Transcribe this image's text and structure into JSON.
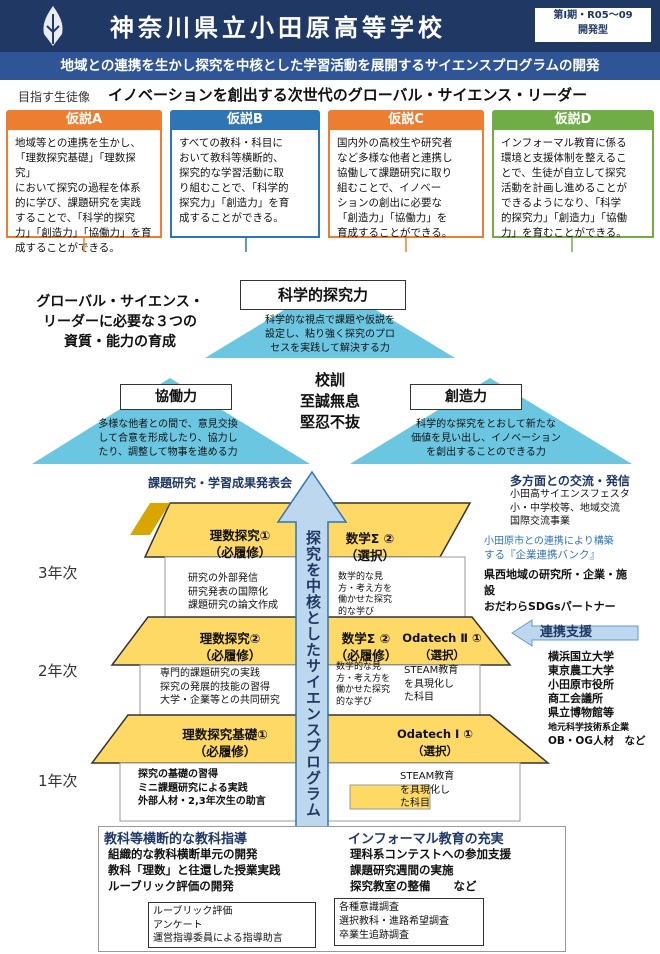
{
  "header": {
    "title": "神奈川県立小田原高等学校",
    "badge_line1": "第Ⅰ期・R05～09",
    "badge_line2": "開発型",
    "subtitle": "地域との連携を生かし探究を中核とした学習活動を展開するサイエンスプログラムの開発"
  },
  "target": {
    "label": "目指す生徒像",
    "text": "イノベーションを創出する次世代のグローバル・サイエンス・リーダー"
  },
  "hypotheses": [
    {
      "title": "仮説A",
      "color": "#ed7d31",
      "text": "地域等との連携を生かし、\n「理数探究基礎」「理数探究」\nにおいて探究の過程を体系\n的に学び、課題研究を実践\nすることで、「科学的探究\n力」「創造力」「協働力」を育\n成することができる。"
    },
    {
      "title": "仮説B",
      "color": "#2e75b6",
      "text": "すべての教科・科目に\nおいて教科等横断的、\n探究的な学習活動に取\nり組むことで、「科学的\n探究力」「創造力」を育\n成することができる。"
    },
    {
      "title": "仮説C",
      "color": "#ed7d31",
      "text": "国内外の高校生や研究者\nなど多様な他者と連携し\n協働して課題研究に取り\n組むことで、イノベー\nションの創出に必要な\n「創造力」「協働力」を\n育成することができる。"
    },
    {
      "title": "仮説D",
      "color": "#70ad47",
      "text": "インフォーマル教育に係る\n環境と支援体制を整えるこ\nとで、生徒が自立して探究\n活動を計画し進めることが\nできるようになり、「科学\n的探究力」「創造力」「協働\n力」を育むことができる。"
    }
  ],
  "pyramid": {
    "caption": "グローバル・サイエンス・\nリーダーに必要な３つの\n資質・能力の育成",
    "top_title": "科学的探究力",
    "top_text": "科学的な視点で課題や仮説を\n設定し、粘り強く探究のプロ\nセスを実践して解決する力",
    "left_title": "協働力",
    "left_text": "多様な他者との間で、意見交換\nして合意を形成したり、協力し\nたり、調整して物事を進める力",
    "right_title": "創造力",
    "right_text": "科学的な探究をとおして新たな\n価値を見い出し、イノベーション\nを創出することのできる力",
    "motto_label": "校訓",
    "motto_line1": "至誠無息",
    "motto_line2": "堅忍不抜"
  },
  "presentation": "課題研究・学習成果発表会",
  "exchange": {
    "heading": "多方面との交流・発信",
    "lines": "小田高サイエンスフェスタ\n小・中学校等、地域交流\n国際交流事業"
  },
  "bank": {
    "line1": "小田原市との連携により構築",
    "line2": "する『企業連携バンク』",
    "line3": "県西地域の研究所・企業・施設",
    "line4": "おだわらSDGsパートナー"
  },
  "support": {
    "label": "連携支援",
    "partners": "横浜国立大学\n東京農工大学\n小田原市役所\n商工会議所\n県立博物館等",
    "partners_small": "地元科学技術系企業",
    "partners_last": "OB・OG人材　など"
  },
  "arrow_text": "探究を中核としたサイエンスプログラム",
  "years": [
    "3年次",
    "2年次",
    "1年次"
  ],
  "tiers": {
    "y3_left_title": "理数探究①\n（必履修）",
    "y3_left_items": "研究の外部発信\n研究発表の国際化\n課題研究の論文作成",
    "y3_right_title": "数学Σ ②\n（選択）",
    "y3_right_items": "数学的な見\n方・考え方を\n働かせた探究\n的な学び",
    "y2_left_title": "理数探究②\n（必履修）",
    "y2_left_items": "専門的課題研究の実践\n探究の発展的技能の習得\n大学・企業等との共同研究",
    "y2_mid_title": "数学Σ ②\n（必履修）",
    "y2_mid_items": "数学的な見\n方・考え方を\n働かせた探究\n的な学び",
    "y2_right_title": "Odatech Ⅱ ①\n（選択）",
    "y2_right_items": "STEAM教育\nを具現化し\nた科目",
    "y1_left_title": "理数探究基礎①\n（必履修）",
    "y1_left_items": "探究の基礎の習得\nミニ課題研究による実践\n外部人材・2,3年次生の助言",
    "y1_right_title": "Odatech Ⅰ ①\n（選択）",
    "y1_right_items": "STEAM教育\nを具現化し\nた科目"
  },
  "foundation": {
    "left_heading": "教科等横断的な教科指導",
    "left_items": "組織的な教科横断単元の開発\n教科「理数」と往還した授業実践\nルーブリック評価の開発",
    "right_heading": "インフォーマル教育の充実",
    "right_items": "理科系コンテストへの参加支援\n課題研究週間の実施\n探究教室の整備　　など",
    "eval_left": "ルーブリック評価\nアンケート\n運営指導委員による指導助言",
    "eval_right": "各種意識調査\n選択教科・進路希望調査\n卒業生追跡調査"
  }
}
